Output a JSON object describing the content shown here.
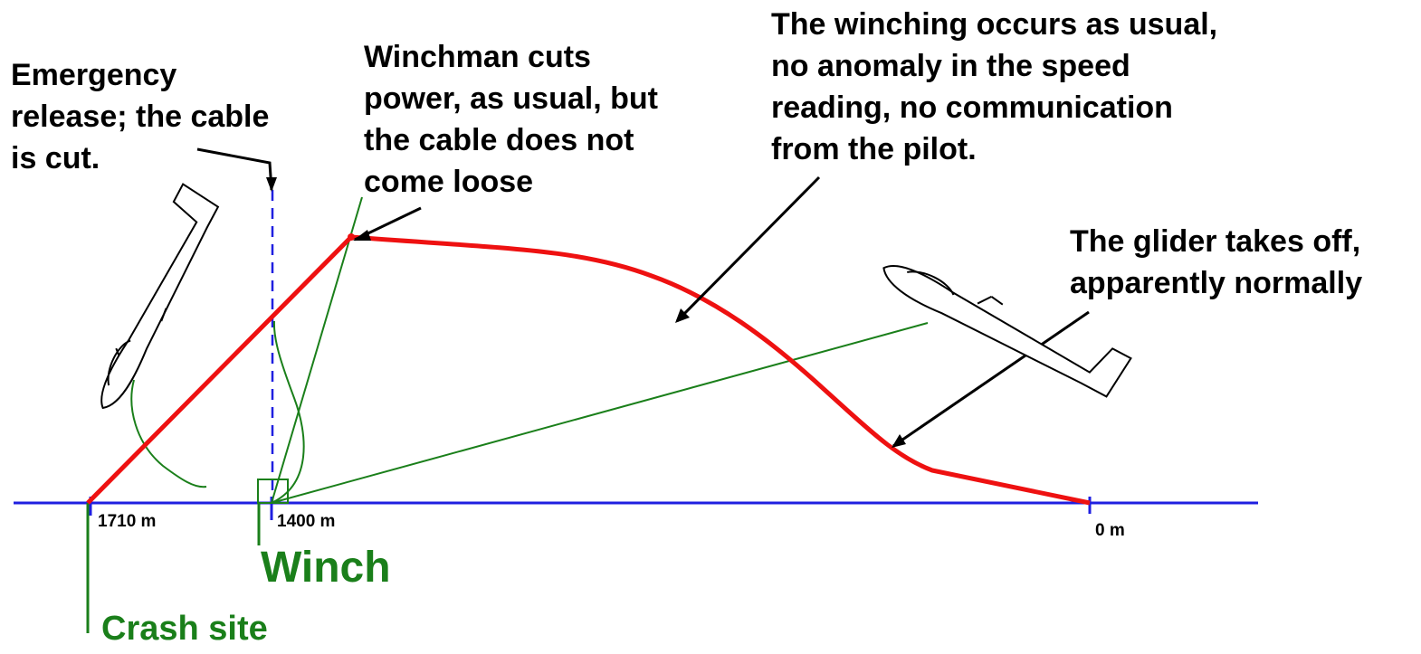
{
  "callouts": {
    "emergency": [
      "Emergency",
      "release; the cable",
      "is cut."
    ],
    "winchman": [
      "Winchman cuts",
      "power, as usual, but",
      "the cable does not",
      "come loose"
    ],
    "winching": [
      "The winching occurs as usual,",
      "no anomaly in the speed",
      "reading, no communication",
      "from the pilot."
    ],
    "takeoff": [
      "The glider takes off,",
      "apparently normally"
    ]
  },
  "distances": {
    "crash": "1710 m",
    "winch": "1400 m",
    "start": "0 m"
  },
  "places": {
    "winch": "Winch",
    "crash": "Crash site"
  },
  "icons": {
    "aircraft": "glider-icon"
  },
  "colors": {
    "ground": "#1f1fe0",
    "trajectory": "#ee1111",
    "cable": "#1a7f1a",
    "text": "#000000"
  }
}
